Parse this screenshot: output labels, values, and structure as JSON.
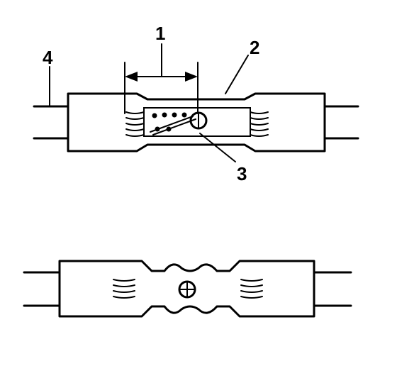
{
  "figure": {
    "callouts": [
      {
        "id": "callout-1",
        "label": "1"
      },
      {
        "id": "callout-2",
        "label": "2"
      },
      {
        "id": "callout-3",
        "label": "3"
      },
      {
        "id": "callout-4",
        "label": "4"
      }
    ]
  },
  "colors": {
    "ink": "#000000",
    "background": "#ffffff"
  }
}
